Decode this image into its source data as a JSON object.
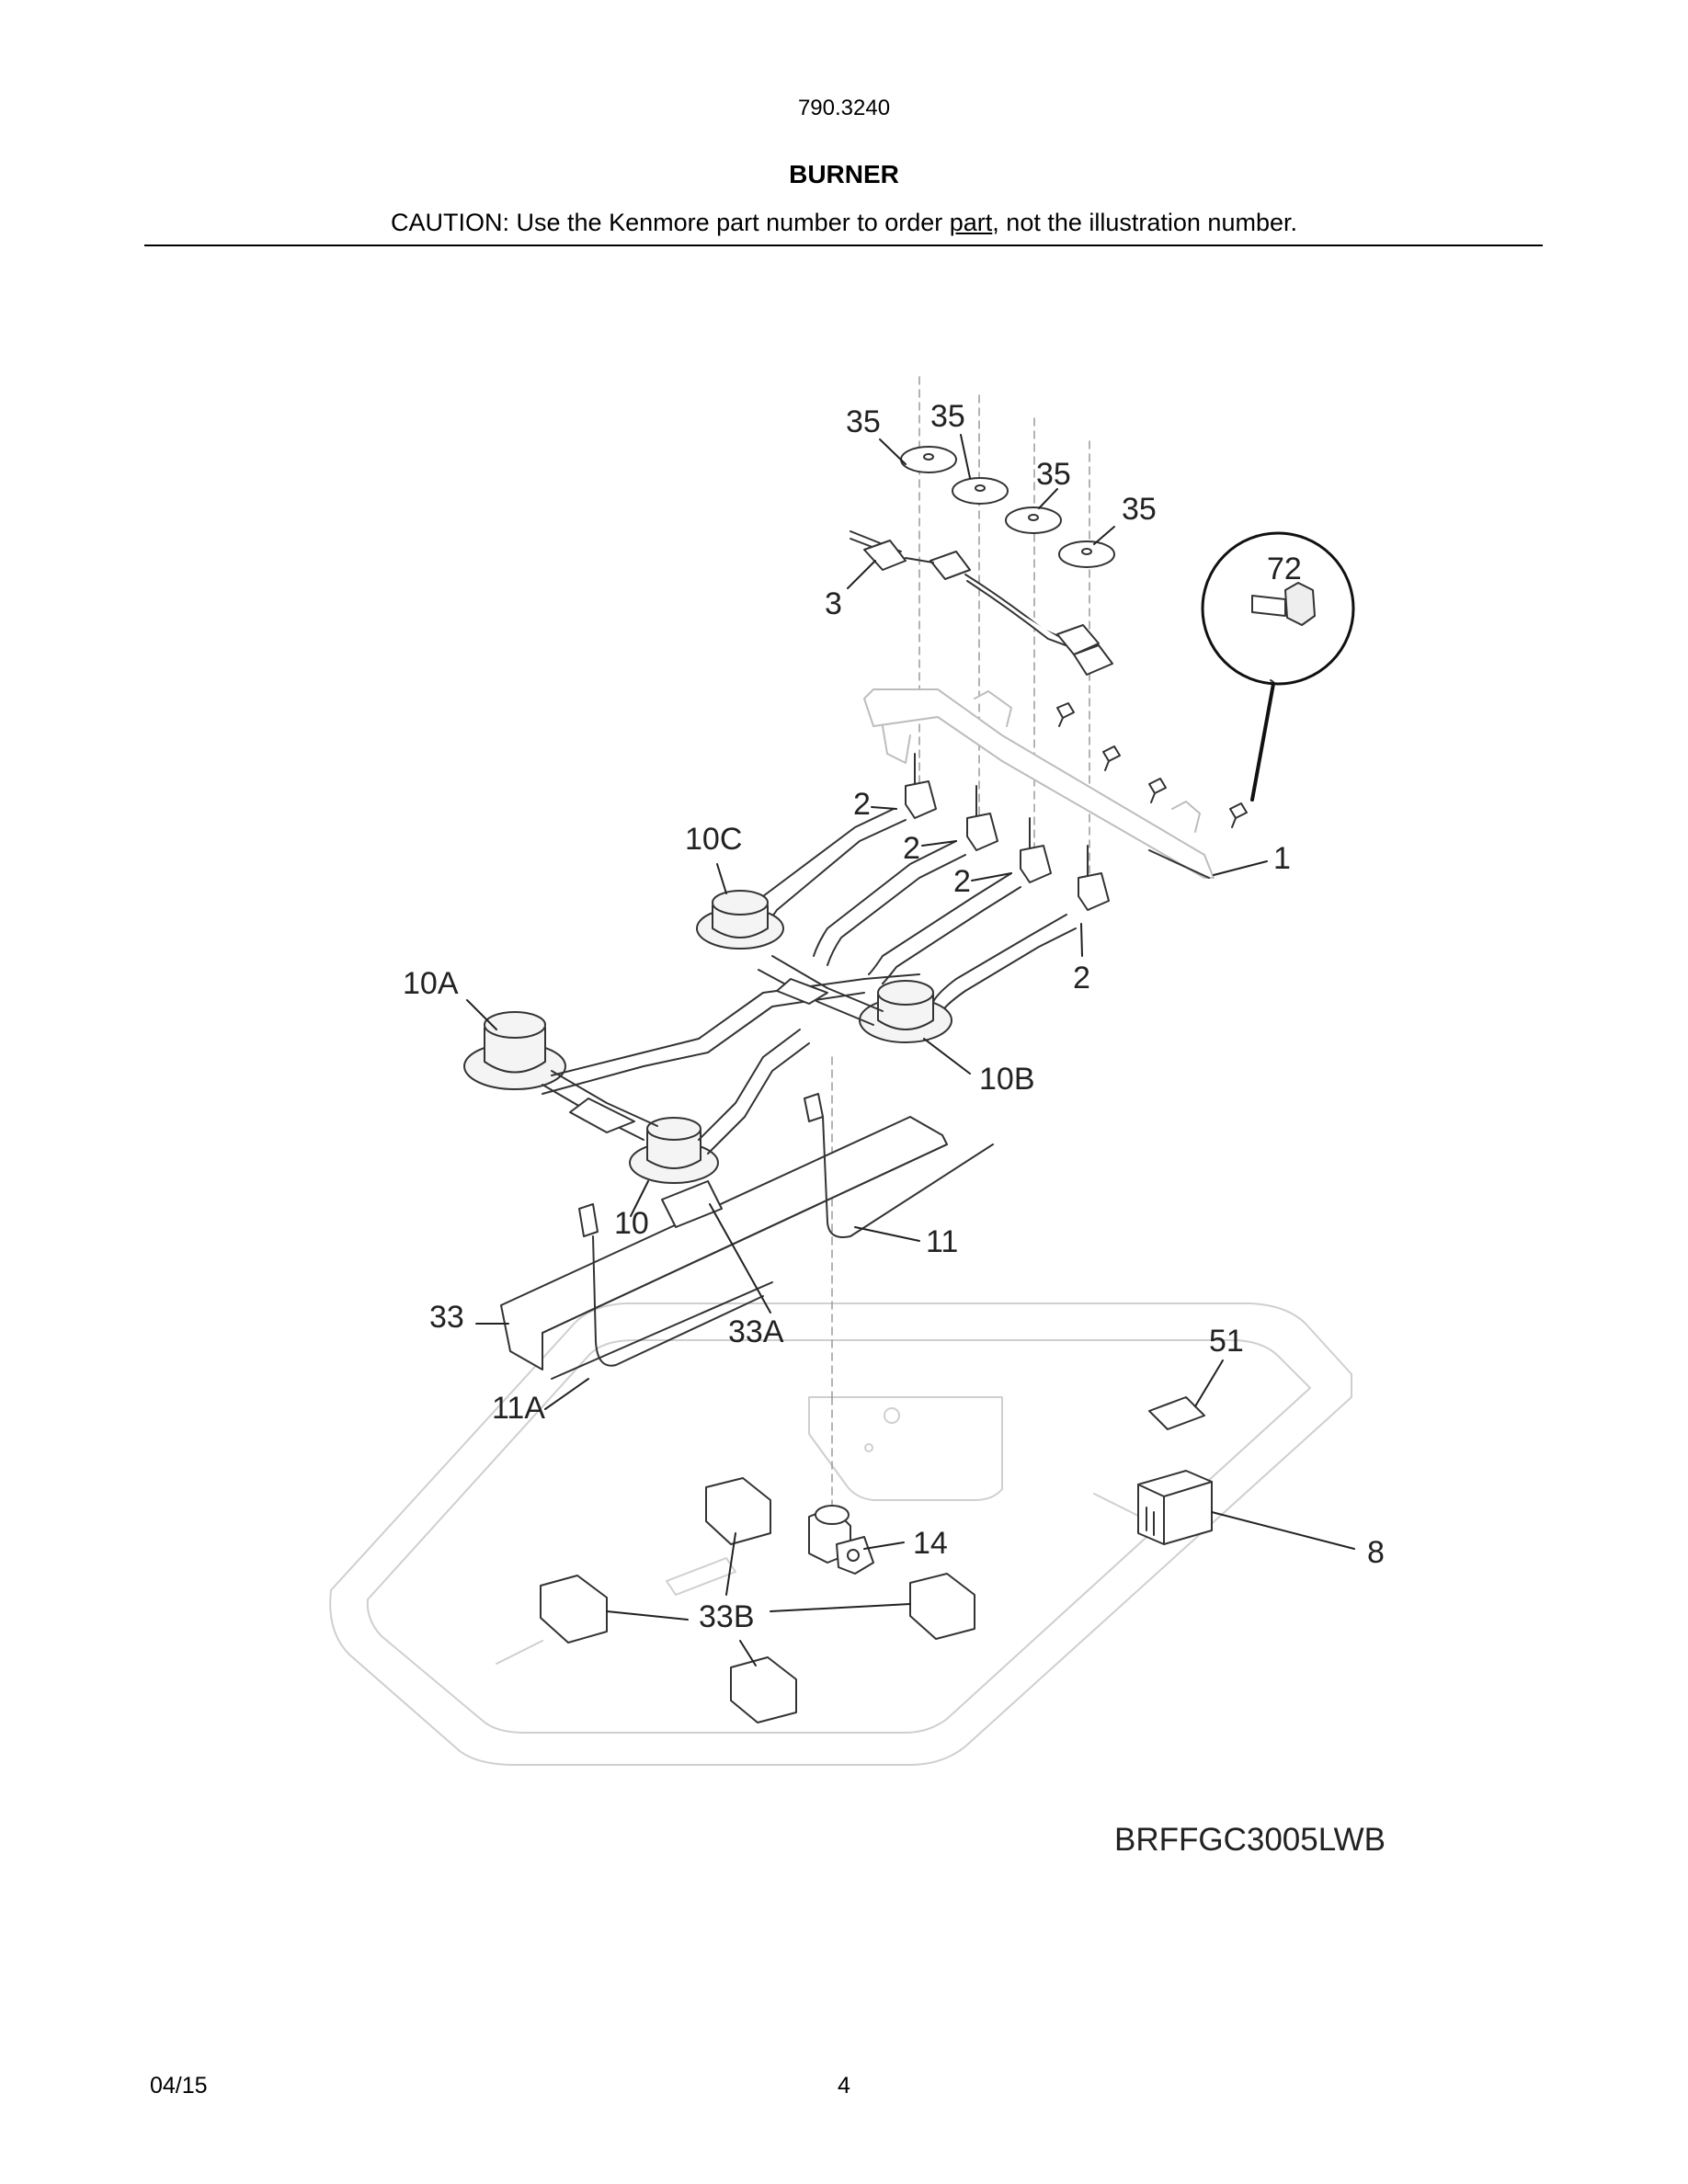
{
  "header": {
    "model_number": "790.3240",
    "title": "BURNER",
    "caution_before": "CAUTION: Use the Kenmore part number to order ",
    "caution_link": "part",
    "caution_after": ", not the illustration number."
  },
  "diagram": {
    "callouts": [
      {
        "id": "c35a",
        "text": "35"
      },
      {
        "id": "c35b",
        "text": "35"
      },
      {
        "id": "c35c",
        "text": "35"
      },
      {
        "id": "c35d",
        "text": "35"
      },
      {
        "id": "c72",
        "text": "72"
      },
      {
        "id": "c3",
        "text": "3"
      },
      {
        "id": "c2a",
        "text": "2"
      },
      {
        "id": "c2b",
        "text": "2"
      },
      {
        "id": "c2c",
        "text": "2"
      },
      {
        "id": "c2d",
        "text": "2"
      },
      {
        "id": "c10c",
        "text": "10C"
      },
      {
        "id": "c1",
        "text": "1"
      },
      {
        "id": "c10a",
        "text": "10A"
      },
      {
        "id": "c10b",
        "text": "10B"
      },
      {
        "id": "c10",
        "text": "10"
      },
      {
        "id": "c11",
        "text": "11"
      },
      {
        "id": "c33",
        "text": "33"
      },
      {
        "id": "c33a",
        "text": "33A"
      },
      {
        "id": "c51",
        "text": "51"
      },
      {
        "id": "c11a",
        "text": "11A"
      },
      {
        "id": "c14",
        "text": "14"
      },
      {
        "id": "c8",
        "text": "8"
      },
      {
        "id": "c33b",
        "text": "33B"
      }
    ]
  },
  "footer": {
    "model_code": "BRFFGC3005LWB",
    "date": "04/15",
    "page": "4"
  }
}
